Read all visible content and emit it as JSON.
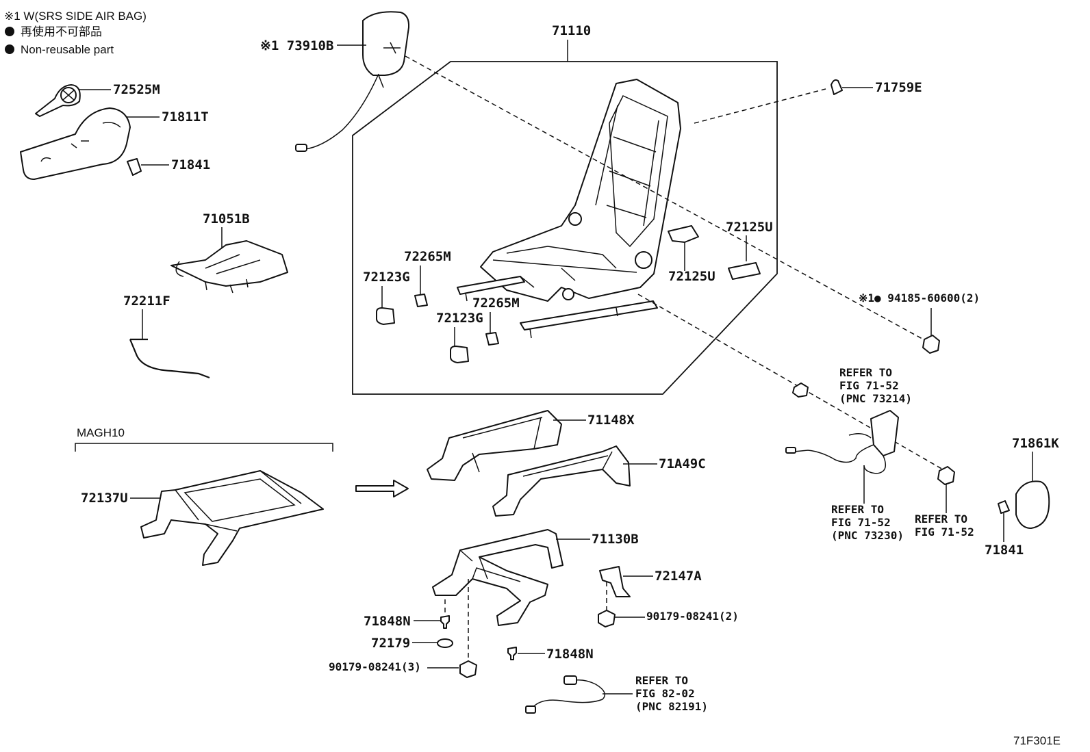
{
  "notes": {
    "symbol_note": "※1 W(SRS SIDE AIR BAG)",
    "jp_note": "再使用不可部品",
    "en_note": "Non-reusable part"
  },
  "labels": {
    "p73910B": "※1 73910B",
    "p71110": "71110",
    "p71759E": "71759E",
    "p72525M": "72525M",
    "p71811T": "71811T",
    "p71841a": "71841",
    "p71051B": "71051B",
    "p72211F": "72211F",
    "p72265Ma": "72265M",
    "p72123Ga": "72123G",
    "p72265Mb": "72265M",
    "p72123Gb": "72123G",
    "p72125Ua": "72125U",
    "p72125Ub": "72125U",
    "p94185": "※1● 94185-60600(2)",
    "magh10": "MAGH10",
    "p72137U": "72137U",
    "p71148X": "71148X",
    "p71A49C": "71A49C",
    "p71130B": "71130B",
    "p72147A": "72147A",
    "p90179b": "90179-08241(2)",
    "p71848Na": "71848N",
    "p72179": "72179",
    "p90179a": "90179-08241(3)",
    "p71848Nb": "71848N",
    "p71861K": "71861K",
    "p71841b": "71841",
    "figcode": "71F301E"
  },
  "refs": {
    "r73214": [
      "REFER TO",
      "FIG 71-52",
      "(PNC 73214)"
    ],
    "r73230": [
      "REFER TO",
      "FIG 71-52",
      "(PNC 73230)"
    ],
    "r7152": [
      "REFER TO",
      "FIG 71-52"
    ],
    "r82191": [
      "REFER TO",
      "FIG 82-02",
      "(PNC 82191)"
    ]
  }
}
